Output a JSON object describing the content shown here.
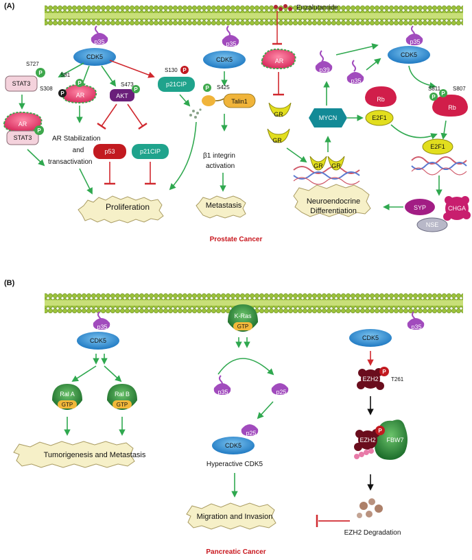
{
  "panelA": {
    "label": "(A)",
    "caption": "Prostate Cancer",
    "drug": "Enzalutamide",
    "nodes": {
      "p35": "p35",
      "cdk5": "CDK5",
      "stat3": "STAT3",
      "ar": "AR",
      "akt": "AKT",
      "p21cip": "p21CIP",
      "p53": "p53",
      "talin1": "Talin1",
      "gr": "GR",
      "mycn": "MYCN",
      "p39": "p39",
      "rb": "Rb",
      "e2f1": "E2F1",
      "syp": "SYP",
      "chga": "CHGA",
      "nse": "NSE"
    },
    "sites": {
      "s727": "S727",
      "s81": "S81",
      "s308": "S308",
      "s473": "S473",
      "s130": "S130",
      "s425": "S425",
      "s811": "S811",
      "s807": "S807"
    },
    "phospho": "P",
    "texts": {
      "ar_stab": [
        "AR Stabilization",
        "and",
        "transactivation"
      ],
      "integrin": [
        "β1 integrin",
        "activation"
      ]
    },
    "outcomes": {
      "proliferation": "Proliferation",
      "metastasis": "Metastasis",
      "ne_diff": [
        "Neuroendocrine",
        "Differentiation"
      ]
    }
  },
  "panelB": {
    "label": "(B)",
    "caption": "Pancreatic Cancer",
    "nodes": {
      "p35": "p35",
      "cdk5": "CDK5",
      "kras": "K-Ras",
      "gtp": "GTP",
      "rala": "Ral A",
      "ralb": "Ral B",
      "p25": "p25",
      "ezh2": "EZH2",
      "fbw7": "FBW7"
    },
    "sites": {
      "t261": "T261"
    },
    "phospho": "P",
    "texts": {
      "hyper": "Hyperactive CDK5",
      "degradation": "EZH2 Degradation"
    },
    "outcomes": {
      "tumorigenesis": "Tumorigenesis and Metastasis",
      "migration": "Migration and Invasion"
    }
  },
  "colors": {
    "arrow_green": "#2fa84f",
    "inhibit_red": "#d0282e",
    "cdk5": "#3a9ad9",
    "p35": "#a14bbd",
    "membrane": "#9cc23b",
    "outcome_fill": "#f6f0c8",
    "caption_red": "#c8161d"
  }
}
